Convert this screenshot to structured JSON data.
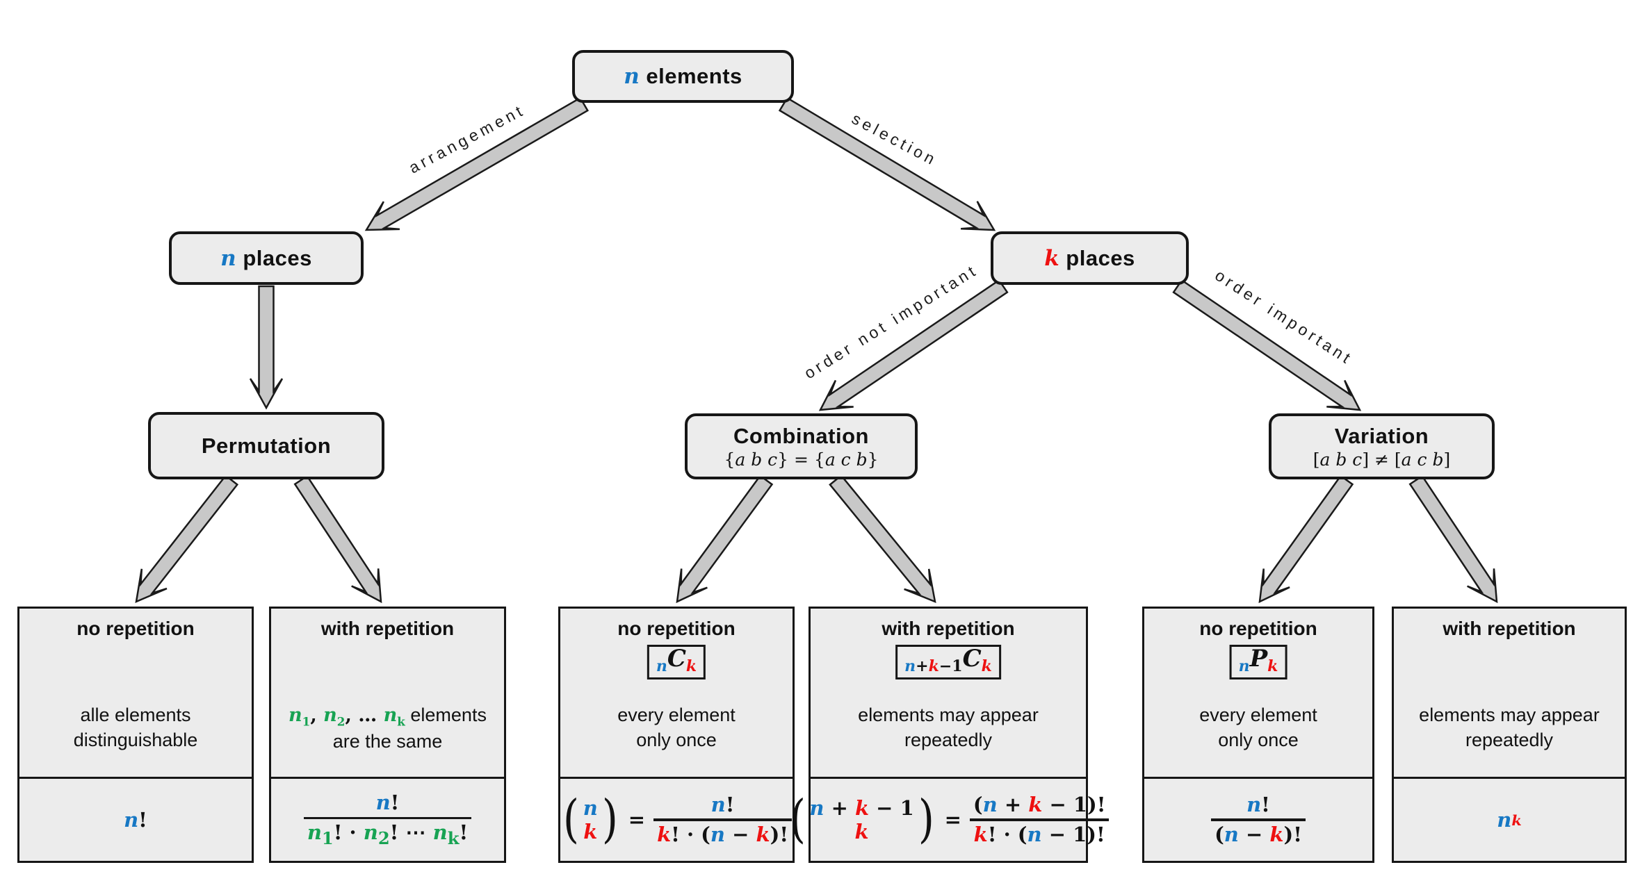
{
  "nodes": {
    "root": {
      "title_html": "<span class='math'><i class='vb'>n</i></span> elements"
    },
    "n_places": {
      "title_html": "<span class='math'><i class='vb'>n</i></span> places"
    },
    "k_places": {
      "title_html": "<span class='math'><i class='vr'>k</i></span> places"
    },
    "permutation": {
      "title": "Permutation"
    },
    "combination": {
      "title": "Combination",
      "subtitle_html": "{<i>a b c</i>} = {<i>a c b</i>}"
    },
    "variation": {
      "title": "Variation",
      "subtitle_html": "[<i>a b c</i>] ≠ [<i>a c b</i>]"
    }
  },
  "edges": {
    "arrangement": "arrangement",
    "selection": "selection",
    "order_not_important": "order not important",
    "order_important": "order important"
  },
  "colors": {
    "blue_n": "#1778c4",
    "red_k": "#ee1111",
    "green_n_i": "#17a353",
    "box_fill": "#ececec",
    "arrow_fill": "#c8c8c8"
  },
  "leaves": [
    {
      "title": "no repetition",
      "desc_html": "alle elements<br>distinguishable",
      "formula_html": "<i class='vb'>n</i>!"
    },
    {
      "title": "with repetition",
      "desc_html": "<span class='math'><i class='vg'>n</i><sub class='vg'>1</sub>, <i class='vg'>n</i><sub class='vg'>2</sub>, … <i class='vg'>n</i><sub class='vg'>k</sub></span> elements<br>are the same",
      "formula_html": "<span class='frac'><span class='num'><i class='vb'>n</i>!</span><span class='bar'></span><span class='den'><i class='vg'>n</i><sub class='vg'>1</sub>! · <i class='vg'>n</i><sub class='vg'>2</sub>! ⋯ <i class='vg'>n</i><sub class='vg'>k</sub>!</span></span>"
    },
    {
      "title": "no repetition",
      "badge_html": "<span class='sb'><i class='vb'>n</i></span><span class='bigC'>C</span><span class='sb'><i class='vr'>k</i></span>",
      "desc_html": "every element<br>only once",
      "formula_html": "<span class='binom'><span class='bp'>(</span><span class='stack'><span><i class='vb'>n</i></span><span><i class='vr'>k</i></span></span><span class='bp'>)</span></span><span class='eq'>=</span><span class='frac'><span class='num'><i class='vb'>n</i>!</span><span class='bar'></span><span class='den'><i class='vr'>k</i>! · (<i class='vb'>n</i> − <i class='vr'>k</i>)!</span></span>"
    },
    {
      "title": "with repetition",
      "badge_html": "<span class='sb'><i class='vb'>n</i>+<i class='vr'>k</i>−1</span><span class='bigC'>C</span><span class='sb'><i class='vr'>k</i></span>",
      "desc_html": "elements may appear<br>repeatedly",
      "formula_html": "<span class='binom'><span class='bp'>(</span><span class='stack'><span><i class='vb'>n</i> + <i class='vr'>k</i> − 1</span><span><i class='vr'>k</i></span></span><span class='bp'>)</span></span><span class='eq'>=</span><span class='frac'><span class='num'>(<i class='vb'>n</i> + <i class='vr'>k</i> − 1)!</span><span class='bar'></span><span class='den'><i class='vr'>k</i>! · (<i class='vb'>n</i> − 1)!</span></span>"
    },
    {
      "title": "no repetition",
      "badge_html": "<span class='sb'><i class='vb'>n</i></span><span class='bigC'>P</span><span class='sb'><i class='vr'>k</i></span>",
      "desc_html": "every element<br>only once",
      "formula_html": "<span class='frac'><span class='num'><i class='vb'>n</i>!</span><span class='bar'></span><span class='den'>(<i class='vb'>n</i> − <i class='vr'>k</i>)!</span></span>"
    },
    {
      "title": "with repetition",
      "desc_html": "elements may appear<br>repeatedly",
      "formula_html": "<i class='vb'>n</i><sup class='supk'><i class='vr'>k</i></sup>"
    }
  ]
}
